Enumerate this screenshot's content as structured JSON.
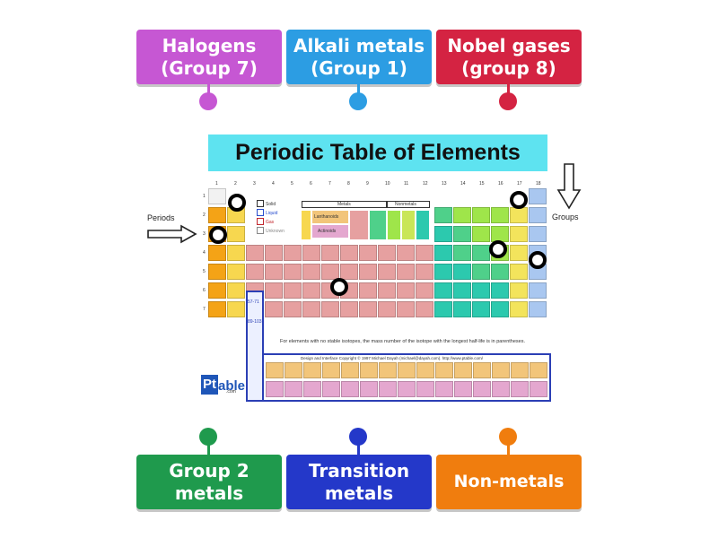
{
  "top_labels": [
    {
      "text": "Halogens\n(Group 7)",
      "color": "#c657d3"
    },
    {
      "text": "Alkali metals\n(Group 1)",
      "color": "#2c9de3"
    },
    {
      "text": "Nobel gases\n(group 8)",
      "color": "#d42342"
    }
  ],
  "bottom_labels": [
    {
      "text": "Group 2\nmetals",
      "color": "#1f9a4d"
    },
    {
      "text": "Transition\nmetals",
      "color": "#2438c9"
    },
    {
      "text": "Non-metals",
      "color": "#f07d0e"
    }
  ],
  "figure": {
    "title": "Periodic Table of Elements",
    "periods_label": "Periods",
    "groups_label": "Groups",
    "group_numbers": [
      "1",
      "2",
      "3",
      "4",
      "5",
      "6",
      "7",
      "8",
      "9",
      "10",
      "11",
      "12",
      "13",
      "14",
      "15",
      "16",
      "17",
      "18"
    ],
    "period_numbers": [
      "1",
      "2",
      "3",
      "4",
      "5",
      "6",
      "7"
    ],
    "key_items": [
      "Solid",
      "Liquid",
      "Gas",
      "Unknown"
    ],
    "key_metals": "Metals",
    "key_nonmetals": "Nonmetals",
    "lanthanoids_label": "Lanthanoids",
    "actinoids_label": "Actinoids",
    "range_57_71": "57-71",
    "range_89_103": "89-103",
    "footnote": "For elements with no stable isotopes, the mass number of the isotope with the longest half-life is in parentheses.",
    "credit": "Design and Interface Copyright © 1997 Michael Dayah (michael@dayah.com). http://www.ptable.com/",
    "logo_left": "Pt",
    "logo_right": "able",
    "logo_sub": ".com"
  }
}
